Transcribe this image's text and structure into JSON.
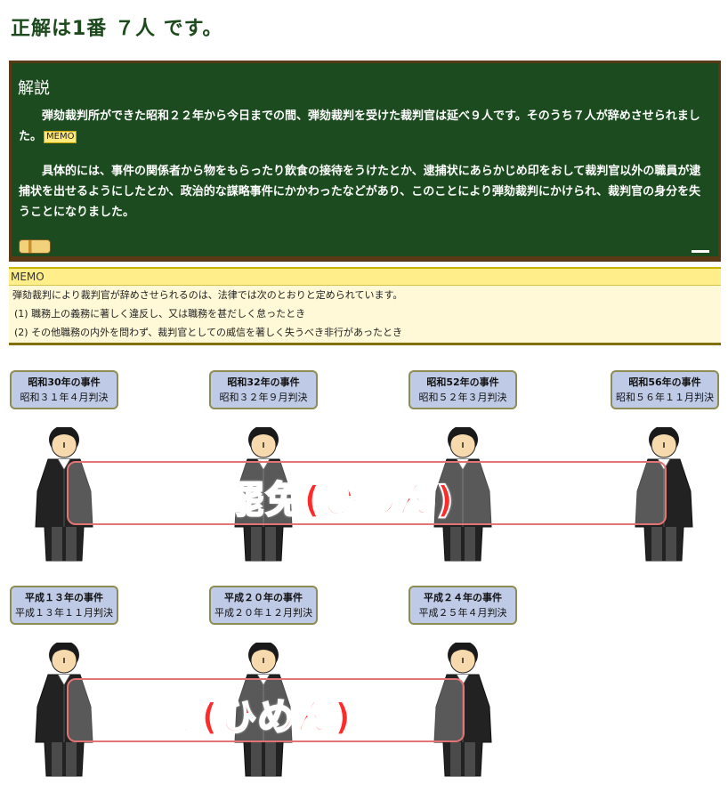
{
  "answer": "正解は1番 ７人 です。",
  "board": {
    "title": "解説",
    "p1": "弾劾裁判所ができた昭和２２年から今日までの間、弾劾裁判を受けた裁判官は延べ９人です。そのうち７人が辞めさせられました。",
    "memo_tag": "MEMO",
    "p2": "具体的には、事件の関係者から物をもらったり飲食の接待をうけたとか、逮捕状にあらかじめ印をおして裁判官以外の職員が逮捕状を出せるようにしたとか、政治的な謀略事件にかかわったなどがあり、このことにより弾劾裁判にかけられ、裁判官の身分を失うことになりました。"
  },
  "memo": {
    "header": "MEMO",
    "line1": "弾劾裁判により裁判官が辞めさせられるのは、法律では次のとおりと定められています。",
    "line2": "(1) 職務上の義務に著しく違反し、又は職務を甚だしく怠ったとき",
    "line3": "(2) その他職務の内外を問わず、裁判官としての威信を著しく失うべき非行があったとき"
  },
  "cases": [
    {
      "title": "昭和30年の事件",
      "sub": "昭和３１年４月判決"
    },
    {
      "title": "昭和32年の事件",
      "sub": "昭和３２年９月判決"
    },
    {
      "title": "昭和52年の事件",
      "sub": "昭和５２年３月判決"
    },
    {
      "title": "昭和56年の事件",
      "sub": "昭和５６年１１月判決"
    },
    {
      "title": "平成１３年の事件",
      "sub": "平成１３年１１月判決"
    },
    {
      "title": "平成２０年の事件",
      "sub": "平成２０年１２月判決"
    },
    {
      "title": "平成２４年の事件",
      "sub": "平成２５年４月判決"
    }
  ],
  "stamp": {
    "row1": "罷免(ひめん)",
    "row2": "罷免(ひめん)"
  },
  "colors": {
    "board": "#1b4b1e",
    "frame": "#5a3a16",
    "memo_bg": "#fff9d7",
    "label_bg": "#bfcbe6",
    "stamp": "#ff2a2a"
  }
}
